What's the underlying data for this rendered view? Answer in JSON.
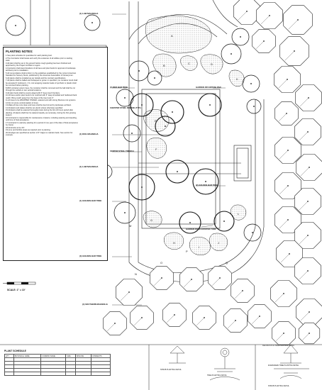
{
  "notes": {
    "title": "PLANTING NOTES:",
    "lines": [
      "1.See plant schedule for quantities for each planting bed.",
      "2.The Contractor shall locate and verify the existence of all utilities prior to starting",
      "work.",
      "3.All plant shall be set in the ground before rough grading has been finished and",
      "approved by the Project Architect or agent.",
      "4.Contractor shall stand locations of all trees and plant beds for approval of landscape",
      "architect prior to installation.",
      "5.All nomenclature shall conform to the guidelines established by the current American",
      "Standard for Nursery Stock, published by the American Association of Nurserymen.",
      "6.All plants shall be installed as per details and the contract specifications.",
      "7.All plants shall be balled and burlapped or grown in specified. (no container stock shall",
      "be accepted if rootbound - if it, root wrapping material made of synthetic or plastic shall",
      "be removed before planting.",
      "8.With container grown trees, the container shall be removed and the ball shall be cut",
      "through the surface in two vertical locations.",
      "9.All plant beds shall be evenly edged with 6\" deep trench borders.",
      "10.All trees and/or plant beds to be mulched with 3\" deep shredded and hardwood bark",
      "mulch. Bring mulch away from the base of the tree trunk 3\".",
      "11.All trees to be WRAPPED STAKED, watered and with strong fiberous root systems.",
      "12.Do not prune central leaders of trees.",
      "13.Make all tree cuts clean and trees shall be ties formed by landscape architect.",
      "14.All plants and stakes shall be set plumb unless otherwise specified.",
      "15.All plants shall be watered thoroughly twice during the first 24 hours period after",
      "planting. All plants shall then be watered weekly, as necessary, during the first growing",
      "season.",
      "16.Contractor is responsible for maintenance of plants, including watering and weeding,",
      "until time of final acceptance.",
      "17.Contractor to warranty planting for a period of one year of the date of final acceptance",
      "by Owner.",
      "18.All shrubs to be 4'0\".",
      "19.Lime and fertilize areas as required prior to planting.",
      "20.All edges are specified as section of 6\" ridges to maintain beds. See section for",
      "example."
    ]
  },
  "labels": {
    "top_magnolia": "(1) LAW MAGNOLIA",
    "pink_dogwood": "(4) RED BAR TREE",
    "stone_dogwood": "CHESTER STEEL IN BASE (TYP.)",
    "oak_magnolia": "(1) DOG MAGNOLIA",
    "center_steel": "CENTER STEEL TRENCH",
    "law_magnolia": "(1) LAW MAGNOLIA",
    "bar_tree": "(1) GOLDEN BAR TREE",
    "golden_bar": "(3) GOLDEN BAR TREE",
    "southern_magnolia": "(4) SOUTHERN MAGNOLIA",
    "bar_tree_right": "(2) GOLDEN BAR TREE",
    "garden_cover_top": "GARDEN DR EXPOSE PAD",
    "garden_cover_bottom": "GARDEN ROCK ESTATES TURF",
    "scale": "SCALE:  1\" = 10'",
    "detail_1": "DECIDUOUS & TREE PLANTING DETAIL",
    "detail_2": "EVERGREEN TREE PLANTING DETAIL",
    "detail_3": "SHRUB PLANTING DETAIL",
    "detail_4": "TREE PLANTING DETAIL",
    "detail_5": "SHRUB PLANTING DETAIL"
  },
  "bed_letters": [
    "A",
    "B",
    "C",
    "D",
    "E",
    "F",
    "G",
    "H",
    "I",
    "J",
    "K",
    "L",
    "M",
    "N",
    "O",
    "P",
    "Q"
  ],
  "schedule": {
    "title": "PLANT SCHEDULE",
    "headers": [
      "QTY",
      "BOTANICAL NAME",
      "COMMON NAME",
      "SIZE",
      "SPACING",
      "COMMENTS"
    ],
    "rows": [
      [
        "",
        "",
        "",
        "",
        "",
        ""
      ],
      [
        "",
        "",
        "",
        "",
        "",
        ""
      ],
      [
        "",
        "",
        "",
        "",
        "",
        ""
      ],
      [
        "",
        "",
        "",
        "",
        "",
        ""
      ],
      [
        "",
        "",
        "",
        "",
        "",
        ""
      ]
    ]
  },
  "colors": {
    "ink": "#111111",
    "hatch": "#9a9a9a",
    "paper": "#ffffff"
  }
}
